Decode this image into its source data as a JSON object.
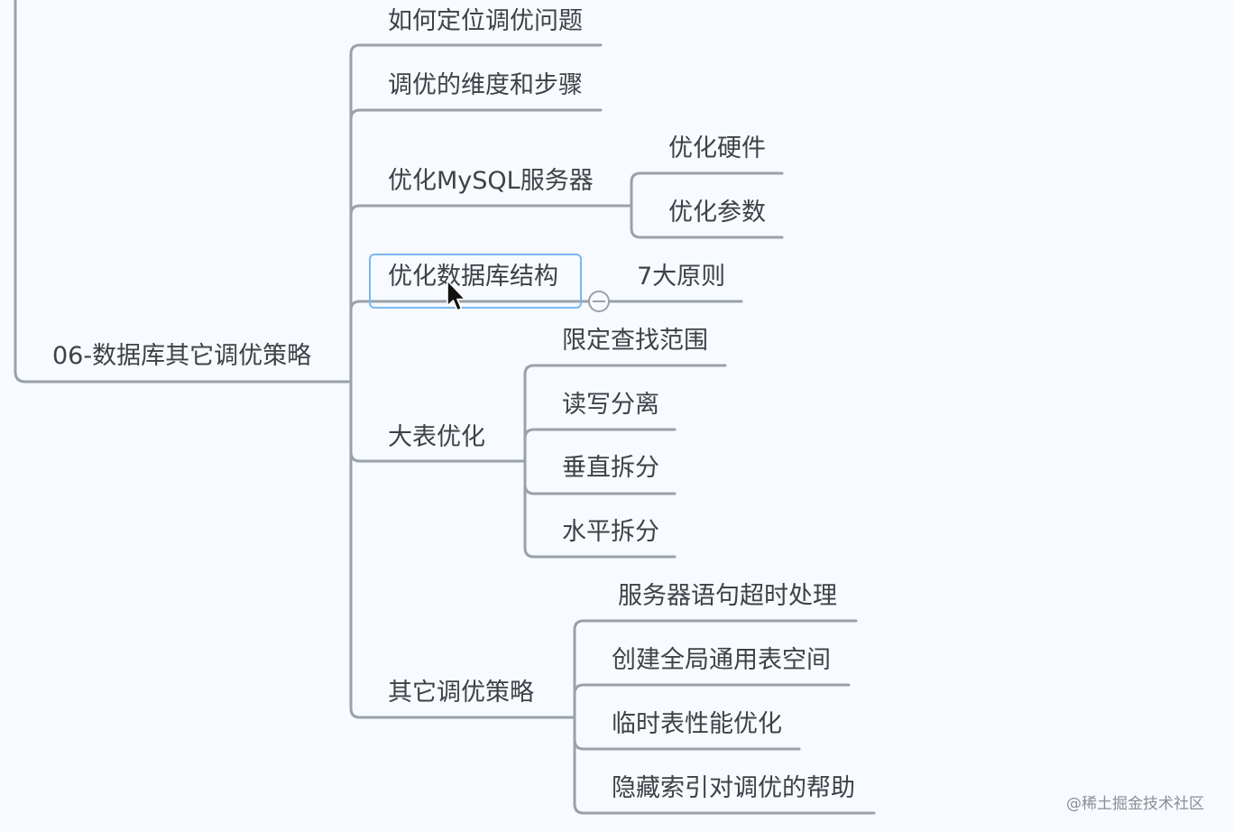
{
  "mindmap": {
    "root": "06-数据库其它调优策略",
    "branches": [
      {
        "label": "如何定位调优问题"
      },
      {
        "label": "调优的维度和步骤"
      },
      {
        "label": "优化MySQL服务器",
        "children": [
          "优化硬件",
          "优化参数"
        ]
      },
      {
        "label": "优化数据库结构",
        "children": [
          "7大原则"
        ],
        "selected": true,
        "collapsed_toggle": "minus"
      },
      {
        "label": "大表优化",
        "children": [
          "限定查找范围",
          "读写分离",
          "垂直拆分",
          "水平拆分"
        ]
      },
      {
        "label": "其它调优策略",
        "children": [
          "服务器语句超时处理",
          "创建全局通用表空间",
          "临时表性能优化",
          "隐藏索引对调优的帮助"
        ]
      }
    ]
  },
  "watermark": "@稀土掘金技术社区",
  "colors": {
    "background": "#f7fafe",
    "line": "#9aa1a9",
    "text": "#3d4247",
    "selection": "#7ab8ee"
  }
}
